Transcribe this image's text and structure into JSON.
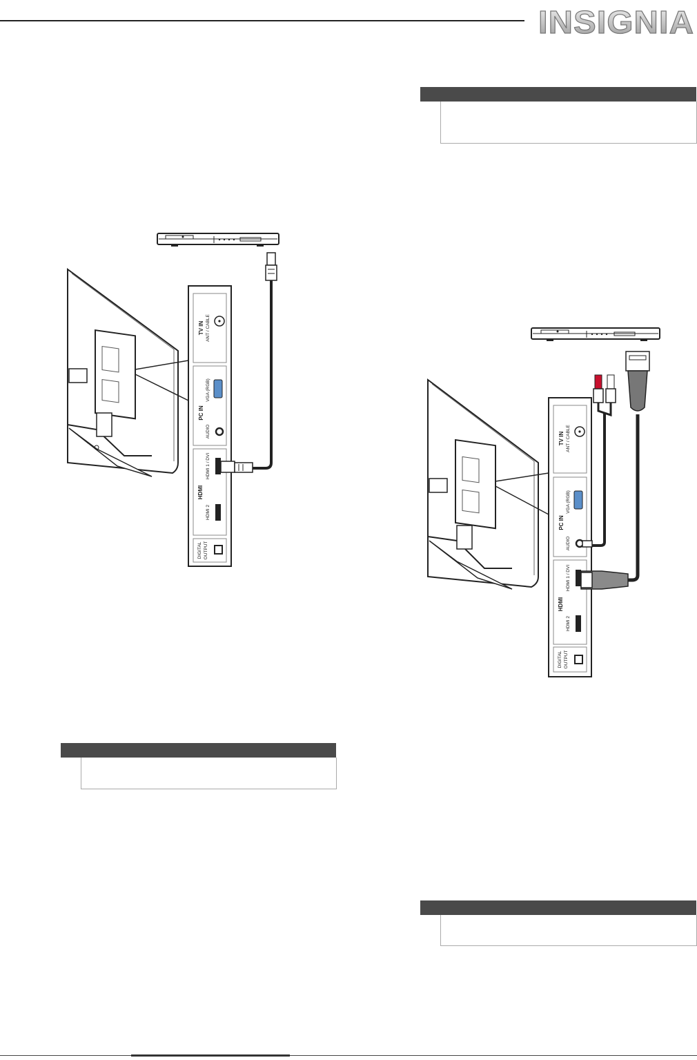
{
  "header": {
    "brand": "INSIGNIA"
  },
  "diagram_hdmi": {
    "panel": {
      "tv_in": "TV IN",
      "ant_cable": "ANT / CABLE",
      "pc_in": "PC IN",
      "vga_rgb": "VGA (RGB)",
      "audio": "AUDIO",
      "hdmi_logo": "HDMI",
      "hdmi1_dvi": "HDMI 1 / DVI",
      "hdmi2": "HDMI 2",
      "digital": "DIGITAL",
      "output": "OUTPUT"
    }
  },
  "diagram_dvi": {
    "panel": {
      "tv_in": "TV IN",
      "ant_cable": "ANT / CABLE",
      "pc_in": "PC IN",
      "vga_rgb": "VGA (RGB)",
      "audio": "AUDIO",
      "hdmi_logo": "HDMI",
      "hdmi1_dvi": "HDMI 1 / DVI",
      "hdmi2": "HDMI 2",
      "digital": "DIGITAL",
      "output": "OUTPUT"
    }
  },
  "colors": {
    "note_bar": "#4a4a4a",
    "cable_red": "#c8102e",
    "vga_blue": "#5b8fc9"
  }
}
